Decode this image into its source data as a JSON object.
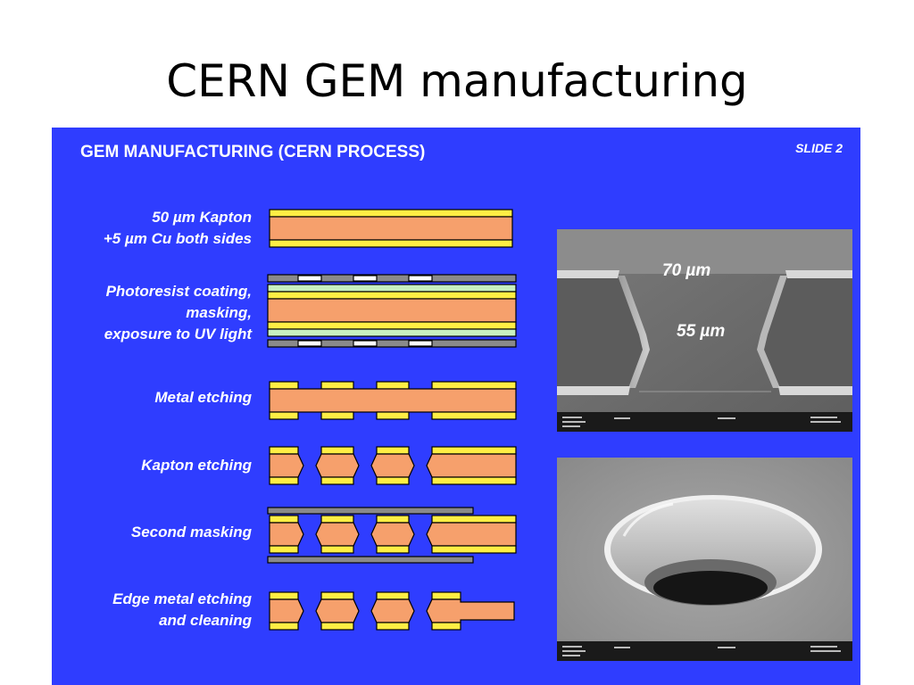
{
  "slide_title": "CERN GEM manufacturing",
  "panel": {
    "heading": "GEM MANUFACTURING (CERN PROCESS)",
    "slide_number": "SLIDE 2"
  },
  "steps": [
    {
      "lines": [
        "50 µm Kapton",
        "+5 µm Cu both sides"
      ]
    },
    {
      "lines": [
        "Photoresist coating,",
        "masking,",
        "exposure to UV light"
      ]
    },
    {
      "lines": [
        "Metal etching"
      ]
    },
    {
      "lines": [
        "Kapton etching"
      ]
    },
    {
      "lines": [
        "Second masking"
      ]
    },
    {
      "lines": [
        "Edge metal etching",
        "and cleaning"
      ]
    }
  ],
  "micrographs": {
    "top": {
      "label_top": "70 µm",
      "label_mid": "55 µm"
    },
    "bottom": {}
  },
  "colors": {
    "panel": "#2f3dff",
    "kapton": "#f6a06c",
    "copper": "#ffee44",
    "photoresist": "#c8f0c0",
    "mask": "#8a8a8a"
  }
}
